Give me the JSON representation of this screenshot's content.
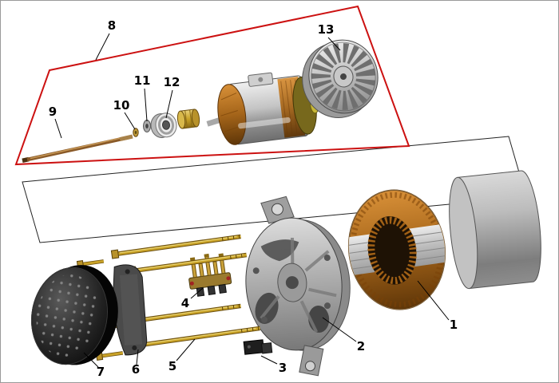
{
  "labels": {
    "p1": "1",
    "p2": "2",
    "p3": "3",
    "p4": "4",
    "p5": "5",
    "p6": "6",
    "p7": "7",
    "p8": "8",
    "p9": "9",
    "p10": "10",
    "p11": "11",
    "p12": "12",
    "p13": "13"
  },
  "colors": {
    "highlight": "#cc1111",
    "copper": "#a5651a",
    "gold": "#c9a227",
    "metal_gray": "#b0b0b0",
    "cover_black": "#111111"
  }
}
